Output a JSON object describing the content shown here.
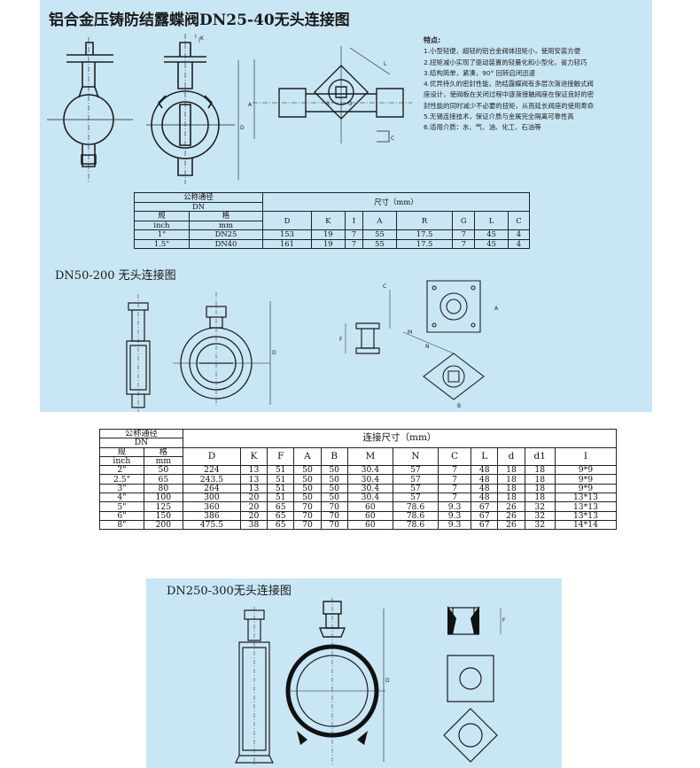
{
  "titles": {
    "main": "铝合金压铸防结露蝶阀DN25-40无头连接图",
    "dn50": "DN50-200 无头连接图",
    "dn250": "DN250-300无头连接图"
  },
  "features": {
    "heading": "特点:",
    "items": [
      "1.小型轻便，超轻的铝合金阀体扭矩小，使用安装方便",
      "2.扭矩减小实现了驱动装置的轻量化和小型化，省力轻巧",
      "3.结构简单，紧凑，90° 回转启闭迅速",
      "4.优异持久的密封性能，防结露蝶阀有多层次渐进接触式阀",
      "座设计，使阀板在关闭过程中逐渐接触阀座在保证良好的密",
      "封性能的同时减少不必要的扭矩，从而延长阀座的使用寿命",
      "5.无锡连接技术，保证介质与金属完全隔离可靠性高",
      "6.适用介质：水、气、油、化工、石油等"
    ]
  },
  "drawing_labels": {
    "L": "L",
    "K": "K",
    "I": "I",
    "A": "A",
    "D": "D",
    "R": "R",
    "G": "G",
    "C": "C",
    "F": "F",
    "M": "M",
    "N": "N",
    "B": "B"
  },
  "table1": {
    "nominal_label": "公称通径",
    "dn_label": "DN",
    "spec_label": "规",
    "spec_label2": "格",
    "inch_label": "inch",
    "mm_label": "mm",
    "dims_label": "尺寸（mm）",
    "columns": [
      "D",
      "K",
      "I",
      "A",
      "R",
      "G",
      "L",
      "C"
    ],
    "rows": [
      {
        "inch": "1\"",
        "mm": "DN25",
        "vals": [
          "153",
          "19",
          "7",
          "55",
          "17.5",
          "7",
          "45",
          "4"
        ]
      },
      {
        "inch": "1.5\"",
        "mm": "DN40",
        "vals": [
          "161",
          "19",
          "7",
          "55",
          "17.5",
          "7",
          "45",
          "4"
        ]
      }
    ]
  },
  "table2": {
    "nominal_label": "公称通径",
    "dn_label": "DN",
    "spec_label": "规",
    "spec_label2": "格",
    "inch_label": "inch",
    "mm_label": "mm",
    "dims_label": "连接尺寸（mm）",
    "columns": [
      "D",
      "K",
      "F",
      "A",
      "B",
      "M",
      "N",
      "C",
      "L",
      "d",
      "d1",
      "I"
    ],
    "rows": [
      {
        "inch": "2\"",
        "mm": "50",
        "vals": [
          "224",
          "13",
          "51",
          "50",
          "50",
          "30.4",
          "57",
          "7",
          "48",
          "18",
          "18",
          "9*9"
        ]
      },
      {
        "inch": "2.5\"",
        "mm": "65",
        "vals": [
          "243.5",
          "13",
          "51",
          "50",
          "50",
          "30.4",
          "57",
          "7",
          "48",
          "18",
          "18",
          "9*9"
        ]
      },
      {
        "inch": "3\"",
        "mm": "80",
        "vals": [
          "264",
          "13",
          "51",
          "50",
          "50",
          "30.4",
          "57",
          "7",
          "48",
          "18",
          "18",
          "9*9"
        ]
      },
      {
        "inch": "4\"",
        "mm": "100",
        "vals": [
          "300",
          "20",
          "51",
          "50",
          "50",
          "30.4",
          "57",
          "7",
          "48",
          "18",
          "18",
          "13*13"
        ]
      },
      {
        "inch": "5\"",
        "mm": "125",
        "vals": [
          "360",
          "20",
          "65",
          "70",
          "70",
          "60",
          "78.6",
          "9.3",
          "67",
          "26",
          "32",
          "13*13"
        ]
      },
      {
        "inch": "6\"",
        "mm": "150",
        "vals": [
          "386",
          "20",
          "65",
          "70",
          "70",
          "60",
          "78.6",
          "9.3",
          "67",
          "26",
          "32",
          "13*13"
        ]
      },
      {
        "inch": "8\"",
        "mm": "200",
        "vals": [
          "475.5",
          "38",
          "65",
          "70",
          "70",
          "60",
          "78.6",
          "9.3",
          "67",
          "26",
          "32",
          "14*14"
        ]
      }
    ]
  },
  "colors": {
    "panel": "#c9e6f4",
    "line": "#1e1e1e"
  }
}
